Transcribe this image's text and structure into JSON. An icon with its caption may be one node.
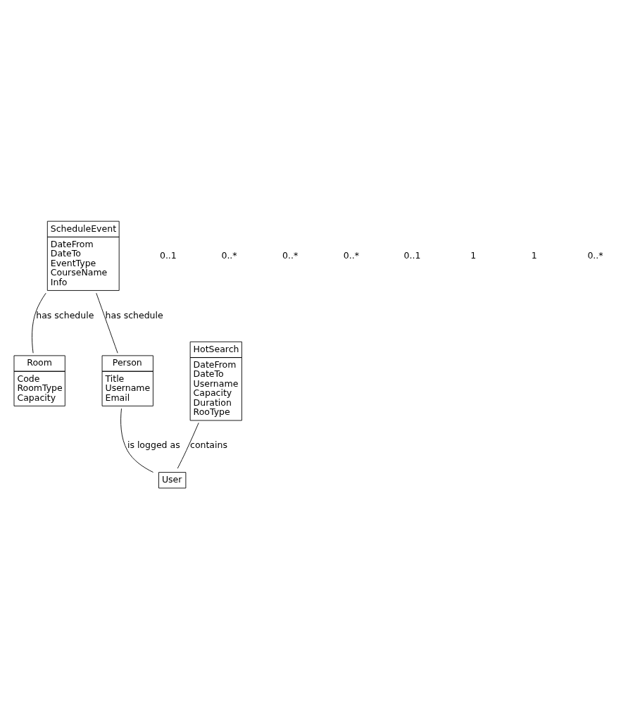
{
  "diagram": {
    "nodes": [
      {
        "text": [
          "ScheduleEvent",
          "DateFrom",
          "DateTo",
          "EventType",
          "CourseName",
          "Info"
        ]
      },
      {
        "text": [
          "Room",
          "Code",
          "RoomType",
          "Capacity"
        ]
      },
      {
        "text": [
          "Person",
          "Title",
          "Username",
          "Email"
        ]
      },
      {
        "text": [
          "HotSearch",
          "DateFrom",
          "DateTo",
          "Username",
          "Capacity",
          "Duration",
          "RooType"
        ]
      },
      {
        "text": [
          "User"
        ]
      }
    ],
    "edges": [
      {
        "from": 0,
        "to": 1,
        "arrow": "none",
        "label": "has schedule"
      },
      {
        "from": 0,
        "to": 2,
        "arrow": "none",
        "label": "has schedule"
      },
      {
        "from": 2,
        "to": 4,
        "arrow": "none",
        "label": "is logged as"
      },
      {
        "from": 3,
        "to": 4,
        "arrow": "none",
        "label": "contains"
      }
    ],
    "labels": [
      "0..1",
      "0..*",
      "0..*",
      "0..*",
      "0..1",
      "1",
      "1",
      "0..*"
    ]
  }
}
